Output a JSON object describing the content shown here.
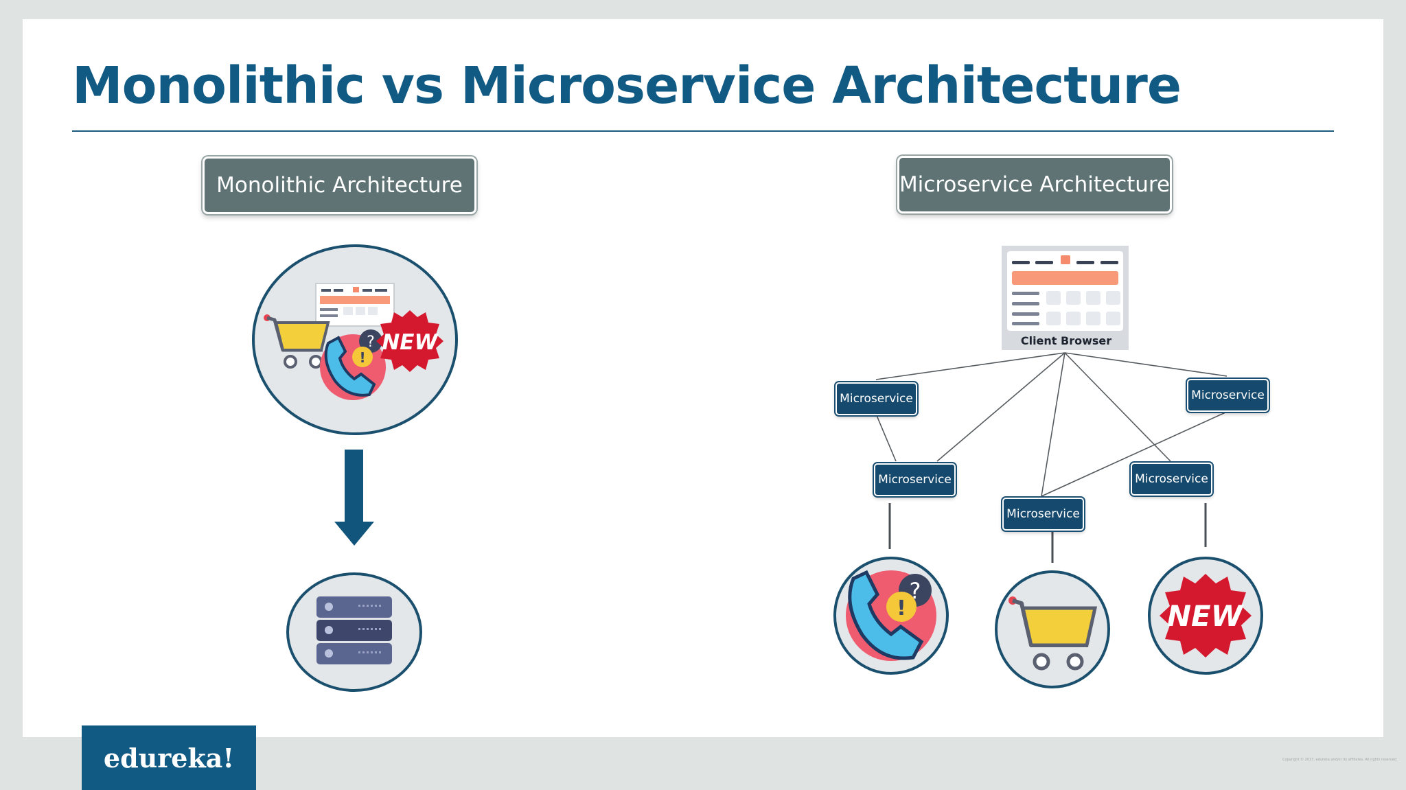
{
  "title": "Monolithic vs Microservice Architecture",
  "monolithic": {
    "label": "Monolithic Architecture"
  },
  "microservice": {
    "label": "Microservice Architecture",
    "client_browser": "Client Browser",
    "nodes": [
      "Microservice",
      "Microservice",
      "Microservice",
      "Microservice",
      "Microservice"
    ]
  },
  "badges": {
    "new": "NEW"
  },
  "colors": {
    "brand": "#115a84",
    "section_label_bg": "#5f7374",
    "microservice_bg": "#15496e",
    "circle_fill": "#e3e7ea"
  },
  "logo": "edureka!",
  "copyright": "Copyright © 2017, edureka and/or its affiliates. All rights reserved."
}
